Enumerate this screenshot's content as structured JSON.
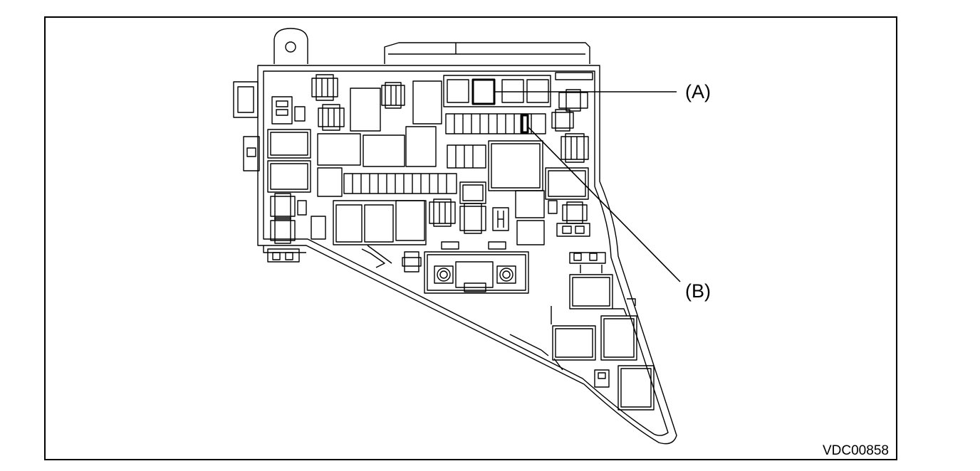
{
  "callouts": {
    "a": "(A)",
    "b": "(B)"
  },
  "figure_code": "VDC00858",
  "colors": {
    "line": "#000000",
    "background": "#ffffff"
  }
}
